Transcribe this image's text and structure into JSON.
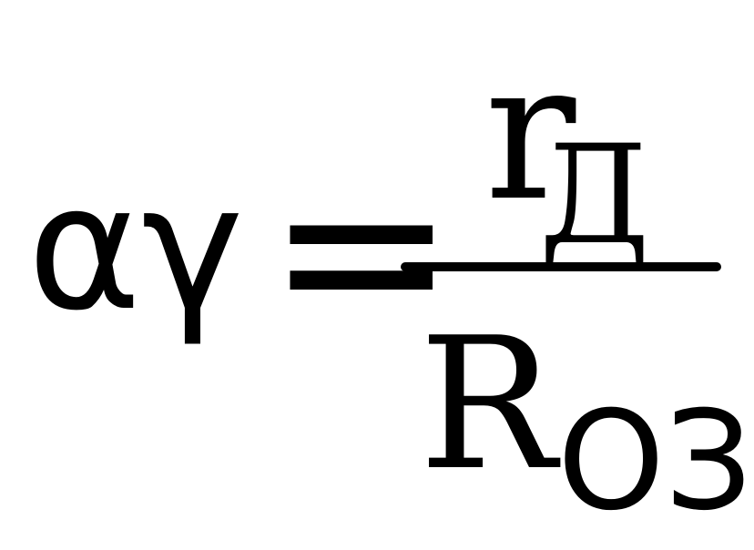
{
  "formula": {
    "lhs": "αγ",
    "equals": "=",
    "numerator": {
      "main": "r",
      "subscript": "Д"
    },
    "denominator": {
      "main": "R",
      "subscript": "ОЗ"
    }
  }
}
